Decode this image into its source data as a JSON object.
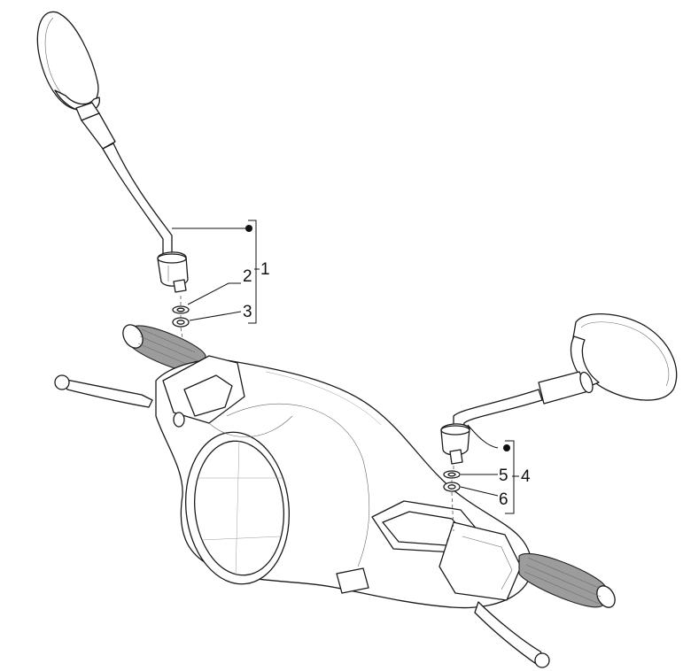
{
  "callouts": [
    {
      "id": "1",
      "label": "1"
    },
    {
      "id": "2",
      "label": "2"
    },
    {
      "id": "3",
      "label": "3"
    },
    {
      "id": "4",
      "label": "4"
    },
    {
      "id": "5",
      "label": "5"
    },
    {
      "id": "6",
      "label": "6"
    }
  ],
  "colors": {
    "line": "#1a1a1a",
    "grip": "#9c9c9c",
    "background": "#ffffff"
  }
}
